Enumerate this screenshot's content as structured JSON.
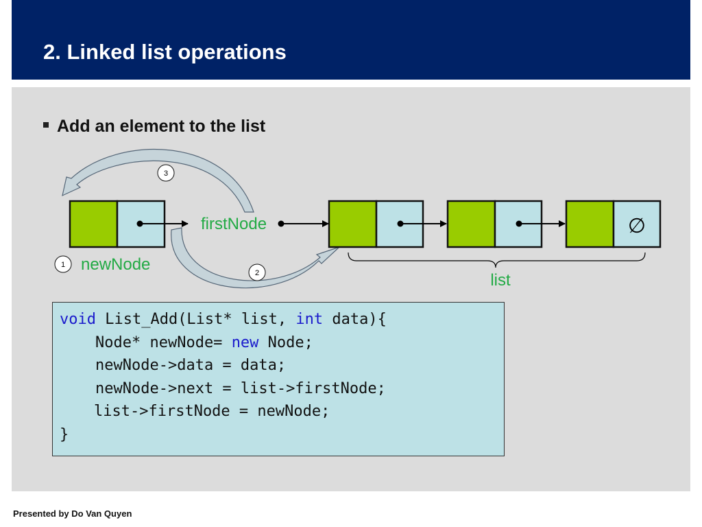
{
  "slide": {
    "title": "2. Linked list operations",
    "bullet": "Add an element to the list",
    "footer": "Presented by Do Van Quyen"
  },
  "diagram": {
    "labels": {
      "first_node": "firstNode",
      "new_node": "newNode",
      "list": "list",
      "null_symbol": "∅"
    },
    "steps": [
      "1",
      "2",
      "3"
    ],
    "colors": {
      "data_cell": "#99cc00",
      "pointer_cell": "#bde1e6",
      "label_green": "#22aa44",
      "arrow_fill": "#c6d4da"
    }
  },
  "code": {
    "keyword_color": "#1a1acc",
    "line1": {
      "kw1": "void",
      "mid": " List_Add(List* list, ",
      "kw2": "int",
      "end": " data){"
    },
    "line2": {
      "pre": "Node* newNode= ",
      "kw": "new",
      "post": " Node;"
    },
    "line3": "newNode->data = data;",
    "line4": "newNode->next = list->firstNode;",
    "line5": "list->firstNode = newNode;",
    "line6": "}"
  }
}
